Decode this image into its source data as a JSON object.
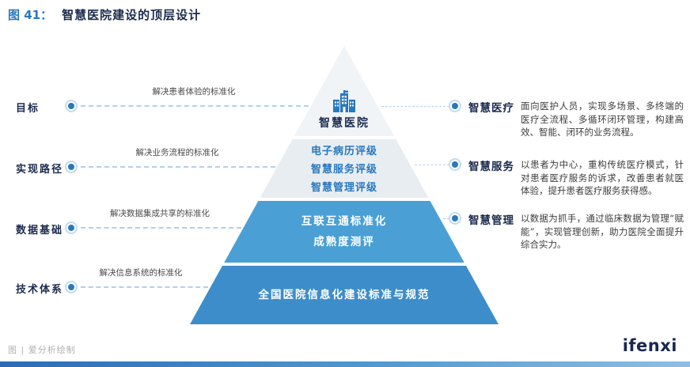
{
  "colors": {
    "accent_blue": "#2878be",
    "navy": "#1b2b4e",
    "pyramid_level1_bg": "#f1f4f7",
    "pyramid_level2_bg": "#e8edf2",
    "pyramid_level3_bg": "#4aa0d5",
    "pyramid_level4_bg": "#3d8dca",
    "connector_blue": "#b5cfe8",
    "bottom_bar_blue": "#2a6cb4"
  },
  "header": {
    "figure_label": "图 41：",
    "title": "智慧医院建设的顶层设计"
  },
  "left_items": [
    {
      "label": "目标",
      "annotation": "解决患者体验的标准化"
    },
    {
      "label": "实现路径",
      "annotation": "解决业务流程的标准化"
    },
    {
      "label": "数据基础",
      "annotation": "解决数据集成共享的标准化"
    },
    {
      "label": "技术体系",
      "annotation": "解决信息系统的标准化"
    }
  ],
  "pyramid": {
    "top": {
      "icon": "hospital-icon",
      "label": "智慧医院"
    },
    "level2": {
      "lines": [
        "电子病历评级",
        "智慧服务评级",
        "智慧管理评级"
      ]
    },
    "level3": {
      "lines": [
        "互联互通标准化",
        "成熟度测评"
      ]
    },
    "level4": {
      "lines": [
        "全国医院信息化建设标准与规范"
      ]
    }
  },
  "right_items": [
    {
      "label": "智慧医疗",
      "description": "面向医护人员，实现多场景、多终端的医疗全流程、多循环闭环管理，构建高效、智能、闭环的业务流程。"
    },
    {
      "label": "智慧服务",
      "description": "以患者为中心，重构传统医疗模式，针对患者医疗服务的诉求，改善患者就医体验，提升患者医疗服务获得感。"
    },
    {
      "label": "智慧管理",
      "description": "以数据为抓手，通过临床数据为管理“赋能”，实现管理创新，助力医院全面提升综合实力。"
    }
  ],
  "footer": {
    "source": "图 | 爱分析绘制",
    "logo": "ifenxi"
  }
}
